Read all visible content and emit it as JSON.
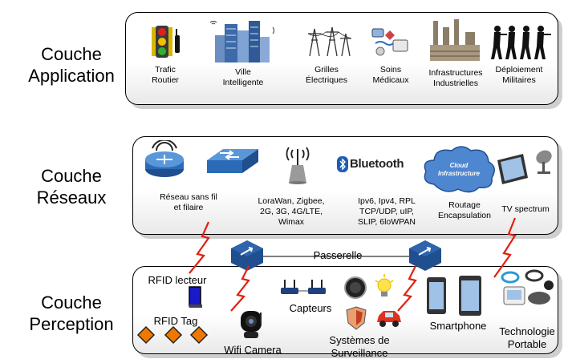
{
  "layers": {
    "application": {
      "title": "Couche\nApplication",
      "items": [
        {
          "label": "Trafic\nRoutier"
        },
        {
          "label": "Ville\nIntelligente"
        },
        {
          "label": "Grilles\nÉlectriques"
        },
        {
          "label": "Soins\nMédicaux"
        },
        {
          "label": "Infrastructures\nIndustrielles"
        },
        {
          "label": "Déploiement\nMilitaires"
        }
      ]
    },
    "network": {
      "title": "Couche\nRéseaux",
      "bluetooth_logo": "Bluetooth",
      "cloud_text": "Cloud\nInfrastructure",
      "items": [
        {
          "label": "Réseau sans fil\net filaire"
        },
        {
          "label": "LoraWan, Zigbee,\n2G, 3G, 4G/LTE,\nWimax"
        },
        {
          "label": "Ipv6, Ipv4, RPL\nTCP/UDP, uIP,\nSLIP, 6loWPAN"
        },
        {
          "label": "Routage\nEncapsulation"
        },
        {
          "label": "TV spectrum"
        }
      ]
    },
    "perception": {
      "title": "Couche\nPerception",
      "gateway_label": "Passerelle",
      "items": [
        {
          "label": "RFID lecteur"
        },
        {
          "label": "RFID Tag"
        },
        {
          "label": "Wifi Camera"
        },
        {
          "label": "Capteurs"
        },
        {
          "label": "Systèmes de\nSurveillance"
        },
        {
          "label": "Smartphone"
        },
        {
          "label": "Technologie\nPortable"
        }
      ]
    }
  },
  "colors": {
    "link_red": "#e02010",
    "gateway_blue": "#1f4f8f",
    "orange_tag": "#f07800"
  }
}
